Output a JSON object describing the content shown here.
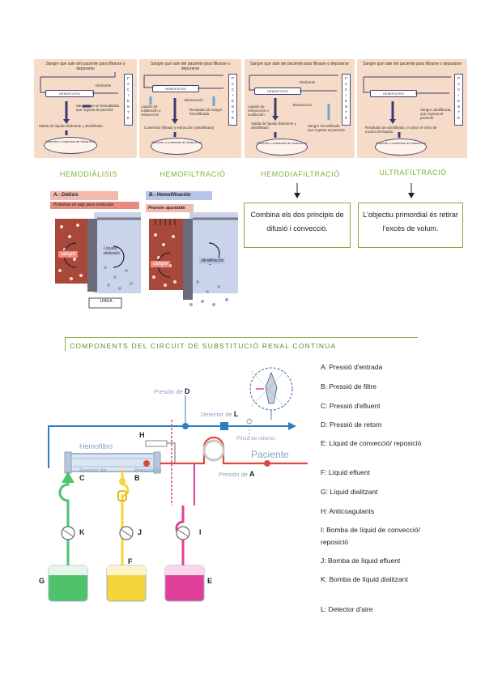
{
  "panels": [
    {
      "title": "Sangre que sale del paciente para filtrarse o depurarse",
      "filter": "HEMOFILTRO",
      "labels": [
        "Dializante",
        "Sangre que se hemodializa que regresa al paciente",
        "Salida de líquido dializante y ultrafiltrado",
        "Efluente o contenido de bolsa final"
      ]
    },
    {
      "title": "Sangre que sale del paciente para filtrarse o depurarse",
      "filter": "HEMOFILTRO",
      "labels": [
        "Líquido de sustitución o reinyección",
        "Bioreacción",
        "Resultado de sangre hemofiltrada",
        "Contenido (filtrado y extracción (ultrafiltrado)",
        "Efluente o contenido de bolsa final"
      ]
    },
    {
      "title": "Sangre que sale del paciente para filtrarse o depurarse",
      "filter": "HEMOFILTRO",
      "labels": [
        "Dializante",
        "Líquido de reinyección o sustitución",
        "Bioreacción",
        "Salida de líquido dializante y ultrafiltrado",
        "Sangre hemofiltrada que regresa al paciente",
        "Efluente o contenido de bolsa final"
      ]
    },
    {
      "title": "Sangre que sale del paciente para filtrarse o depurarse",
      "filter": "HEMOFILTRO",
      "labels": [
        "Sangre ultrafiltrada, que regresa al paciente",
        "Resultado de ultrafiltrado, es decir el retiro de exceso de líquido",
        "Efluente o contenido de bolsa final"
      ]
    }
  ],
  "patient_vertical": [
    "P",
    "A",
    "C",
    "I",
    "E",
    "N",
    "T",
    "E"
  ],
  "headings": [
    "HEMODIÀLISIS",
    "HEMOFILTRACIÓ",
    "HEMODIAFILTRACIÓ",
    "ULTRAFILTRACIÓ"
  ],
  "dialysis": {
    "title": "A.- Diálisis",
    "subtitle": "Proteínas de bajo peso molecular",
    "blood": "sangre",
    "fluid": "Líquido dializado",
    "urea": "URÉA"
  },
  "hemofiltration": {
    "title": "B.- Hemofiltración",
    "pressure": "Presión ajustable",
    "blood": "sangre",
    "fluid": "ultrafiltración"
  },
  "boxes": [
    "Combina els dos principis de difusió i convecció.",
    "L'objectiu primordial és retirar l'excès de volum."
  ],
  "section_title": "COMPONENTS DEL CIRCUIT DE SUBSTITUCIÓ RENAL CONTINUA",
  "circuit": {
    "presion_d": "Presión de",
    "letter_d": "D",
    "detector": "Detector de",
    "letter_l": "L",
    "pinza": "Pinza de retorno",
    "hemofiltro": "Hemofiltro",
    "letter_h": "H",
    "paciente": "Paciente",
    "presion_c": "Presión de",
    "letter_c": "C",
    "presion_b": "Presión de",
    "letter_b": "B",
    "presion_a": "Presión de",
    "letter_a": "A",
    "pumps": [
      "K",
      "J",
      "I"
    ],
    "bags": [
      "G",
      "F",
      "E"
    ],
    "colors": {
      "green": "#4fc36b",
      "yellow": "#f4d63a",
      "magenta": "#e0409a",
      "blue": "#2e7fc2",
      "red": "#e2473f"
    }
  },
  "legend": [
    "A: Pressió d'entrada",
    "B: Pressió de filtre",
    "C: Pressió d'efluent",
    "D: Pressió de retorn",
    "E: Líquid de convecció/ reposició",
    "F: Líquid efluent",
    "G: Líquid dialitzant",
    "H: Anticoagulants",
    "I: Bomba de líquid de convecció/ reposició",
    "J: Bomba de líquid efluent",
    "K: Bomba de líquid dialitzant",
    "L: Detector d'aire"
  ]
}
